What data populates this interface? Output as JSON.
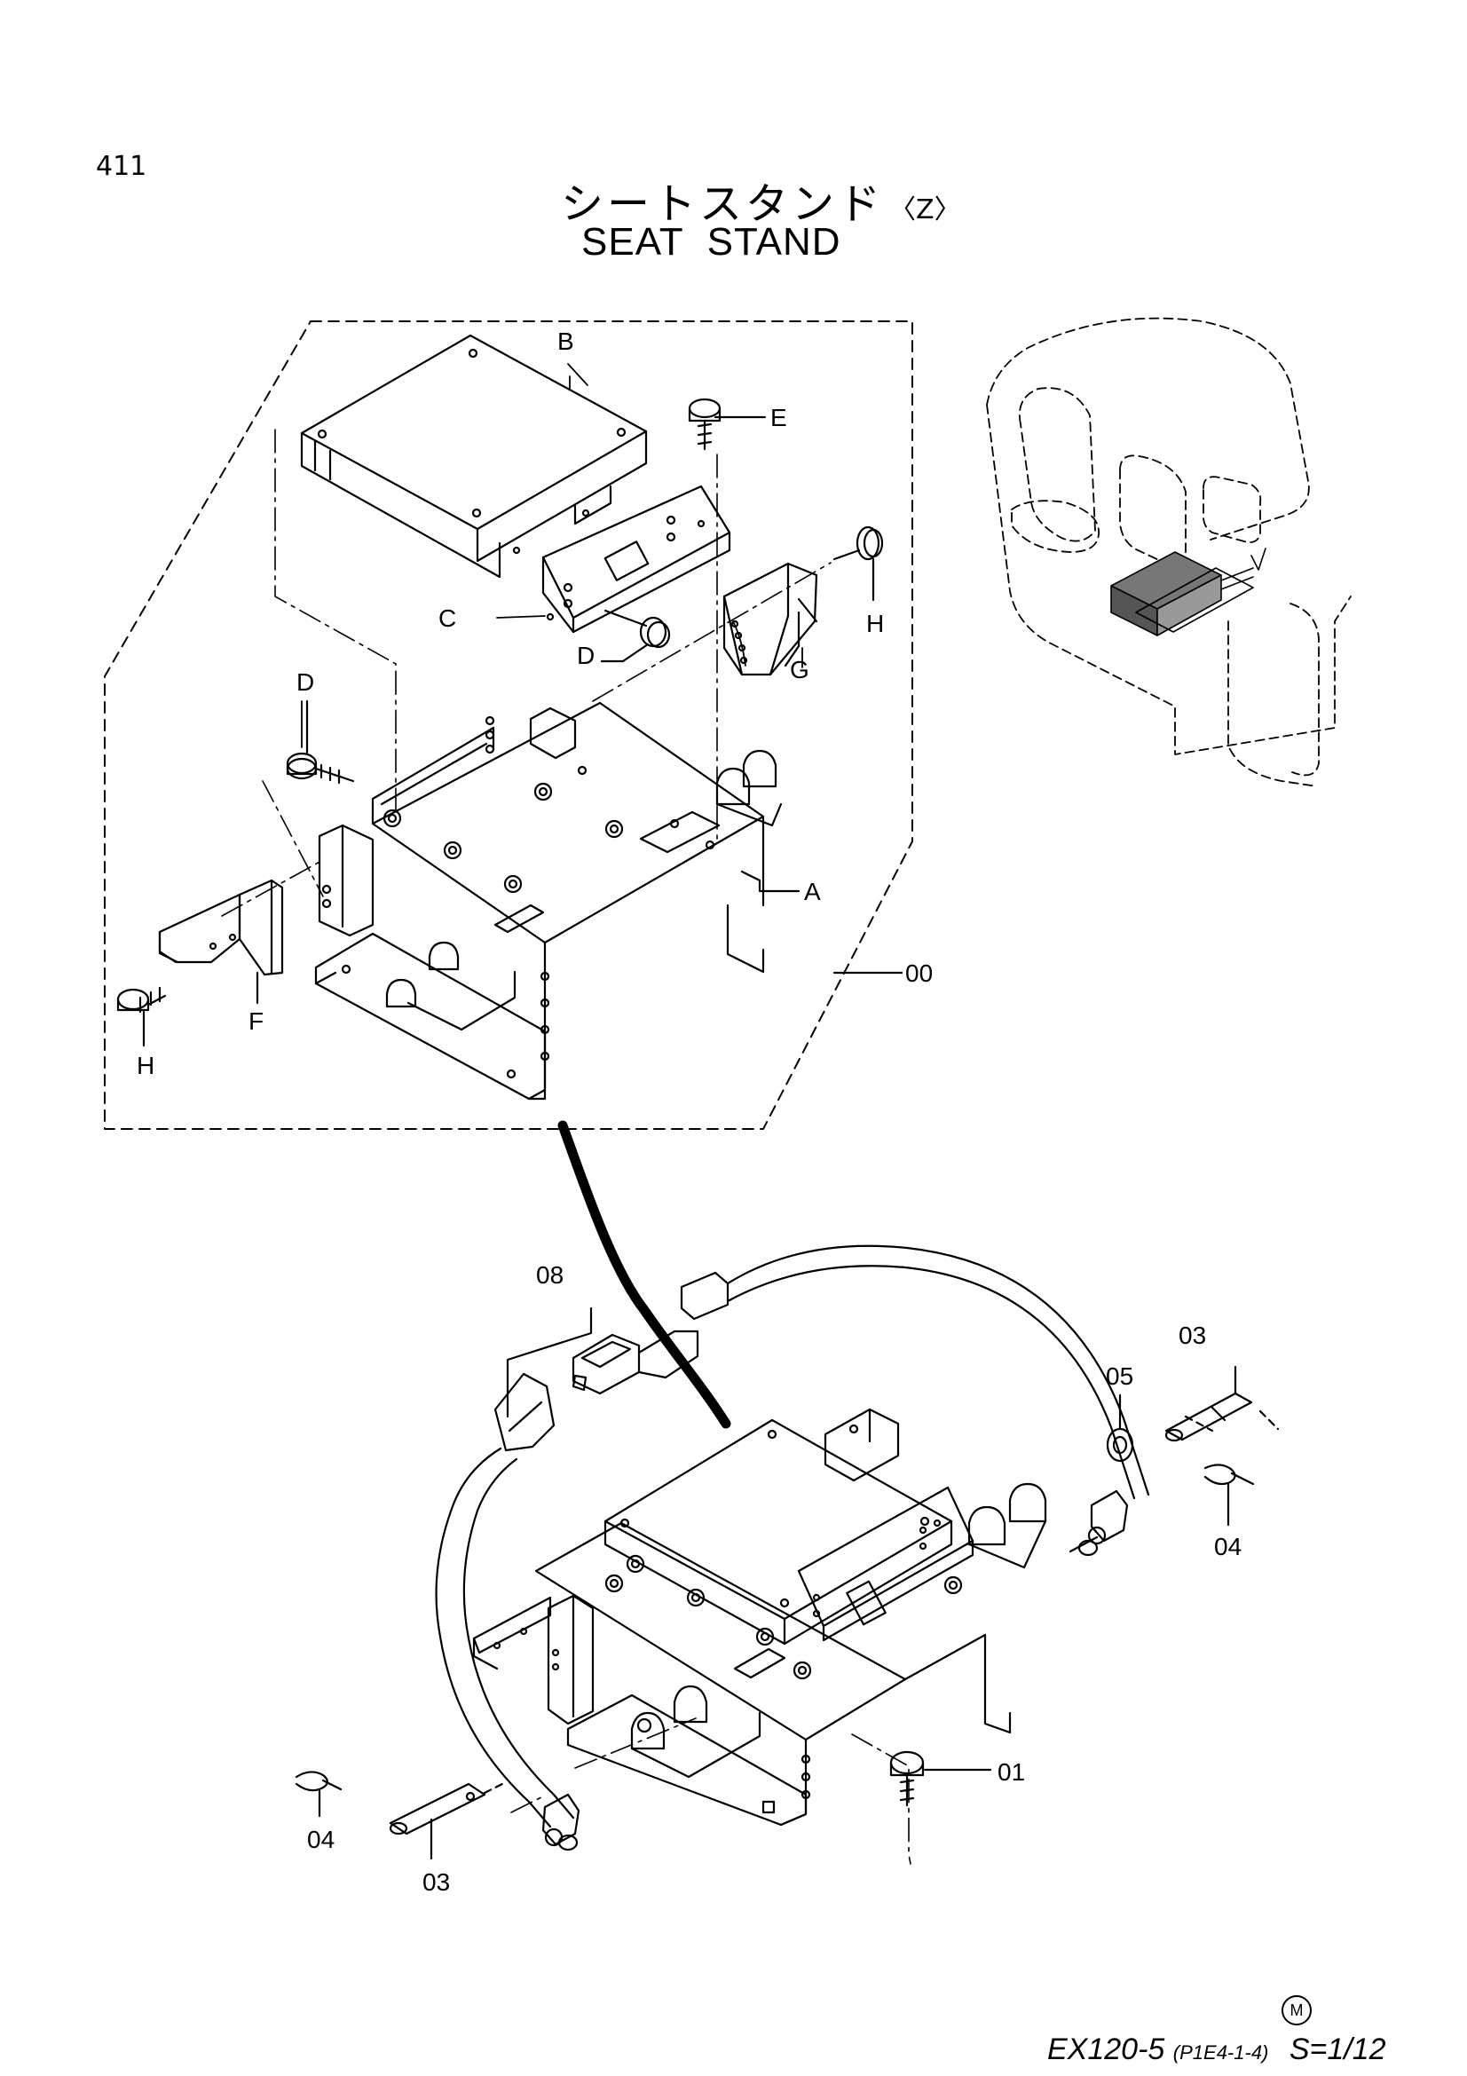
{
  "page_number": "411",
  "title": {
    "japanese": "シートスタンド",
    "variant": "〈Z〉",
    "english_words": [
      "SEAT",
      "STAND"
    ]
  },
  "callouts": {
    "A": "A",
    "B": "B",
    "C": "C",
    "D_upper": "D",
    "D_left": "D",
    "E": "E",
    "F": "F",
    "G": "G",
    "H_right": "H",
    "H_left": "H",
    "assembly": "00",
    "belt": "08",
    "bolt": "01",
    "washer": "05",
    "pin_right": "03",
    "clip_right": "04",
    "pin_left": "03",
    "clip_left": "04"
  },
  "footer": {
    "model": "EX120-5",
    "code": "(P1E4-1-4)",
    "scale": "S=1/12",
    "mark": "M"
  }
}
